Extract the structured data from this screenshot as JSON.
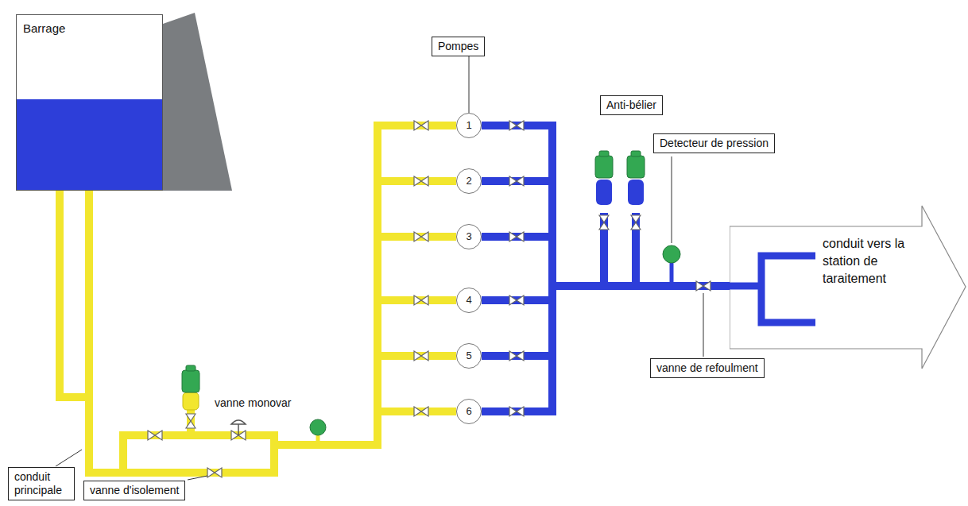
{
  "diagram": {
    "nodes": [
      {
        "text": [
          "Barrage"
        ]
      },
      {
        "text": [
          "Pompes"
        ]
      },
      {
        "text": [
          "1"
        ]
      },
      {
        "text": [
          "2"
        ]
      },
      {
        "text": [
          "3"
        ]
      },
      {
        "text": [
          "4"
        ]
      },
      {
        "text": [
          "5"
        ]
      },
      {
        "text": [
          "6"
        ]
      },
      {
        "text": [
          "Anti-bélier"
        ]
      },
      {
        "text": [
          "Detecteur de pression"
        ]
      },
      {
        "text": [
          "conduit vers la station de taraitement"
        ]
      },
      {
        "text": [
          "vanne de refoulment"
        ]
      },
      {
        "text": [
          "conduit principale"
        ]
      },
      {
        "text": [
          "vanne d'isolement"
        ]
      }
    ],
    "edges": [
      {
        "from": 0,
        "to": 2,
        "arrow": "none"
      },
      {
        "from": 0,
        "to": 3,
        "arrow": "none"
      },
      {
        "from": 0,
        "to": 4,
        "arrow": "none"
      },
      {
        "from": 0,
        "to": 5,
        "arrow": "none"
      },
      {
        "from": 0,
        "to": 6,
        "arrow": "none"
      },
      {
        "from": 0,
        "to": 7,
        "arrow": "none"
      },
      {
        "from": 2,
        "to": 10,
        "arrow": "none"
      },
      {
        "from": 3,
        "to": 10,
        "arrow": "none"
      },
      {
        "from": 4,
        "to": 10,
        "arrow": "none"
      },
      {
        "from": 5,
        "to": 10,
        "arrow": "none"
      },
      {
        "from": 6,
        "to": 10,
        "arrow": "none"
      },
      {
        "from": 7,
        "to": 10,
        "arrow": "none"
      },
      {
        "from": 1,
        "to": 2,
        "arrow": "none"
      }
    ],
    "labels": [
      "vanne monovar"
    ]
  }
}
